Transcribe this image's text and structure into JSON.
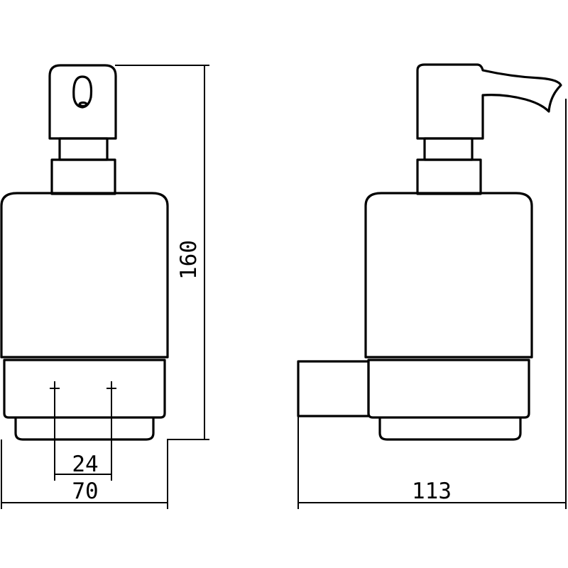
{
  "dimensions": {
    "height": "160",
    "width_front": "70",
    "mount_spacing": "24",
    "depth": "113"
  },
  "colors": {
    "line": "#000000",
    "background": "#ffffff"
  }
}
